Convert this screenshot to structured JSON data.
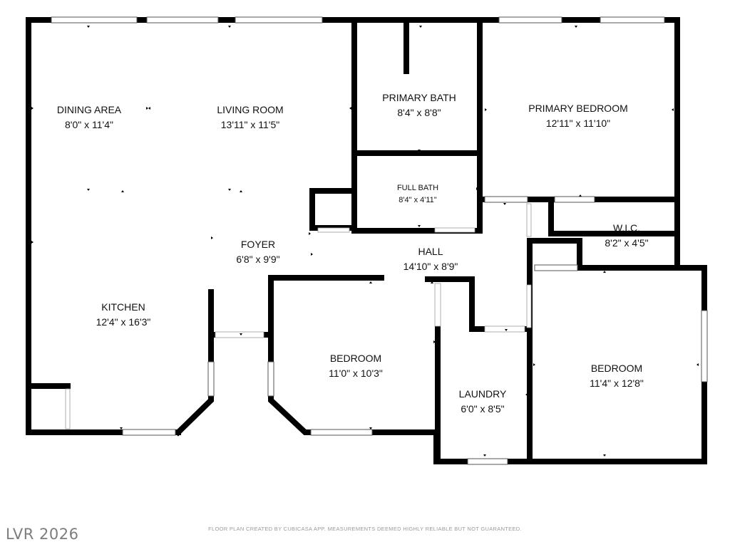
{
  "rooms": {
    "dining": {
      "name": "DINING AREA",
      "dims": "8'0\" x 11'4\""
    },
    "living": {
      "name": "LIVING ROOM",
      "dims": "13'11\" x 11'5\""
    },
    "primary_bath": {
      "name": "PRIMARY BATH",
      "dims": "8'4\" x 8'8\""
    },
    "primary_bedroom": {
      "name": "PRIMARY BEDROOM",
      "dims": "12'11\" x 11'10\""
    },
    "full_bath": {
      "name": "FULL BATH",
      "dims": "8'4\" x 4'11\""
    },
    "wic": {
      "name": "W.I.C.",
      "dims": "8'2\" x 4'5\""
    },
    "foyer": {
      "name": "FOYER",
      "dims": "6'8\" x 9'9\""
    },
    "hall": {
      "name": "HALL",
      "dims": "14'10\" x 8'9\""
    },
    "kitchen": {
      "name": "KITCHEN",
      "dims": "12'4\" x 16'3\""
    },
    "bedroom_center": {
      "name": "BEDROOM",
      "dims": "11'0\" x 10'3\""
    },
    "laundry": {
      "name": "LAUNDRY",
      "dims": "6'0\" x 8'5\""
    },
    "bedroom_right": {
      "name": "BEDROOM",
      "dims": "11'4\" x 12'8\""
    }
  },
  "footer_note": "FLOOR PLAN CREATED BY CUBICASA APP. MEASUREMENTS DEEMED HIGHLY RELIABLE BUT NOT GUARANTEED.",
  "watermark": "LVR 2026",
  "colors": {
    "wall": "#000000",
    "background": "#ffffff",
    "note": "#9a9a9a",
    "watermark": "#7d7d7d"
  }
}
